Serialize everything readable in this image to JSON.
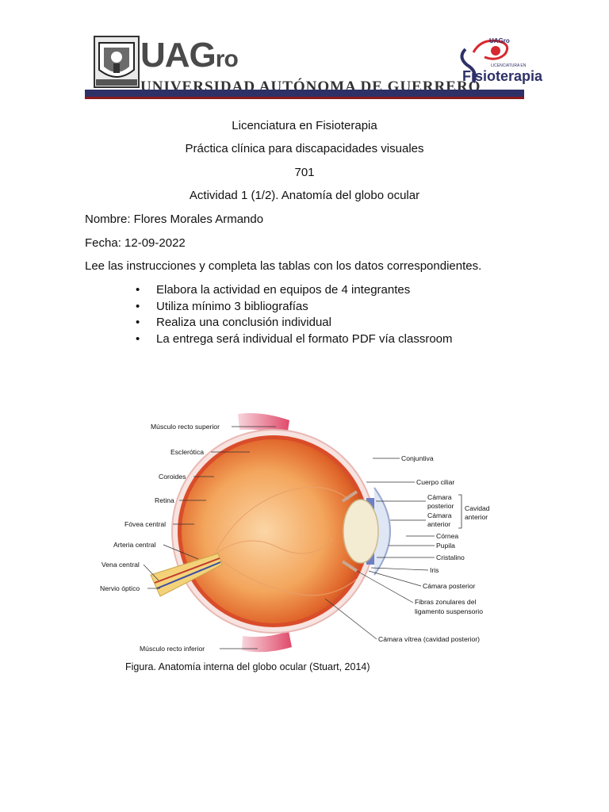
{
  "header": {
    "brand_main": "UAG",
    "brand_main_suffix": "ro",
    "brand_sub": "UNIVERSIDAD AUTÓNOMA DE GUERRERO",
    "right_logo_top": "UAGro",
    "right_logo_small": "LICENCIATURA EN",
    "right_logo_main": "Fisioterapia",
    "colors": {
      "bar_dark": "#2e3168",
      "bar_red": "#8a1a1a",
      "accent": "#d7282f"
    }
  },
  "title_lines": [
    "Licenciatura en Fisioterapia",
    "Práctica clínica para discapacidades visuales",
    "701",
    "Actividad 1 (1/2). Anatomía del globo ocular"
  ],
  "nombre": "Nombre: Flores Morales Armando",
  "fecha": "Fecha: 12-09-2022",
  "instrucciones": "Lee las instrucciones y completa las tablas con los datos correspondientes.",
  "bullets": [
    "Elabora la actividad en equipos de 4 integrantes",
    "Utiliza mínimo 3 bibliografías",
    "Realiza una conclusión individual",
    "La entrega será individual el formato PDF vía classroom"
  ],
  "figure": {
    "labels_left": {
      "musculo_recto_superior": "Músculo recto superior",
      "esclerotica": "Esclerótica",
      "coroides": "Coroides",
      "retina": "Retina",
      "fovea_central": "Fóvea central",
      "arteria_central": "Arteria central",
      "vena_central": "Vena central",
      "nervio_optico": "Nervio óptico",
      "musculo_recto_inferior": "Músculo recto inferior"
    },
    "labels_right": {
      "conjuntiva": "Conjuntiva",
      "cuerpo_ciliar": "Cuerpo ciliar",
      "camara_posterior_1": "Cámara",
      "camara_posterior_2": "posterior",
      "camara_anterior_1": "Cámara",
      "camara_anterior_2": "anterior",
      "cavidad_anterior_1": "Cavidad",
      "cavidad_anterior_2": "anterior",
      "cornea": "Córnea",
      "pupila": "Pupila",
      "cristalino": "Cristalino",
      "iris": "Iris",
      "camara_posterior_b": "Cámara posterior",
      "fibras_1": "Fibras zonulares del",
      "fibras_2": "ligamento suspensorio",
      "camara_vitrea": "Cámara vítrea (cavidad posterior)"
    },
    "caption": "Figura. Anatomía interna del globo ocular (Stuart, 2014)"
  }
}
